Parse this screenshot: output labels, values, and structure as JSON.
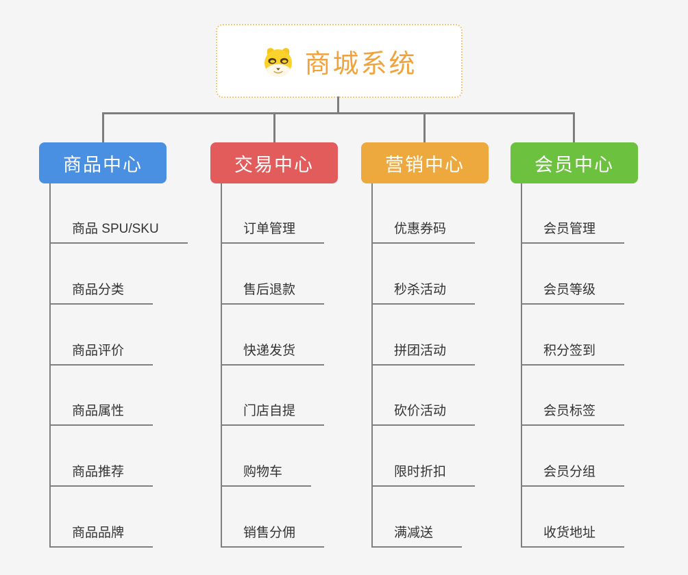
{
  "root": {
    "title": "商城系统",
    "accent_color": "#F0A33C",
    "border_color": "#F6C777",
    "icon": "dog-face-icon"
  },
  "connector_color": "#7D7D7D",
  "branches": [
    {
      "label": "商品中心",
      "color": "#4A90E2",
      "children": [
        "商品 SPU/SKU",
        "商品分类",
        "商品评价",
        "商品属性",
        "商品推荐",
        "商品品牌"
      ]
    },
    {
      "label": "交易中心",
      "color": "#E25C5C",
      "children": [
        "订单管理",
        "售后退款",
        "快递发货",
        "门店自提",
        "购物车",
        "销售分佣"
      ]
    },
    {
      "label": "营销中心",
      "color": "#EDA93E",
      "children": [
        "优惠券码",
        "秒杀活动",
        "拼团活动",
        "砍价活动",
        "限时折扣",
        "满减送"
      ]
    },
    {
      "label": "会员中心",
      "color": "#6CC13F",
      "children": [
        "会员管理",
        "会员等级",
        "积分签到",
        "会员标签",
        "会员分组",
        "收货地址"
      ]
    }
  ]
}
